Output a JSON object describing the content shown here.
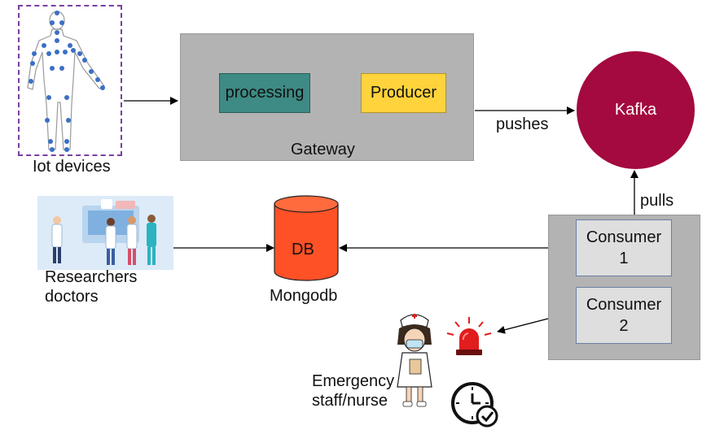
{
  "iot": {
    "label": "Iot devices"
  },
  "gateway": {
    "label": "Gateway",
    "processing_label": "processing",
    "producer_label": "Producer"
  },
  "kafka": {
    "label": "Kafka"
  },
  "edges": {
    "pushes_label": "pushes",
    "pulls_label": "pulls"
  },
  "db": {
    "label": "DB",
    "caption": "Mongodb"
  },
  "researchers": {
    "label_line1": "Researchers",
    "label_line2": "doctors"
  },
  "consumers": [
    {
      "label": "Consumer\n1"
    },
    {
      "label": "Consumer\n2"
    }
  ],
  "emergency": {
    "label_line1": "Emergency",
    "label_line2": "staff/nurse"
  },
  "colors": {
    "gateway": "#b3b3b3",
    "processing": "#3e8a84",
    "producer": "#fed33b",
    "kafka": "#a4093f",
    "db": "#ff5126",
    "alarm": "#e11d1d"
  },
  "icons": [
    "human-body-sensor-icon",
    "medical-team-icon",
    "nurse-icon",
    "alarm-siren-icon",
    "clock-check-icon"
  ]
}
